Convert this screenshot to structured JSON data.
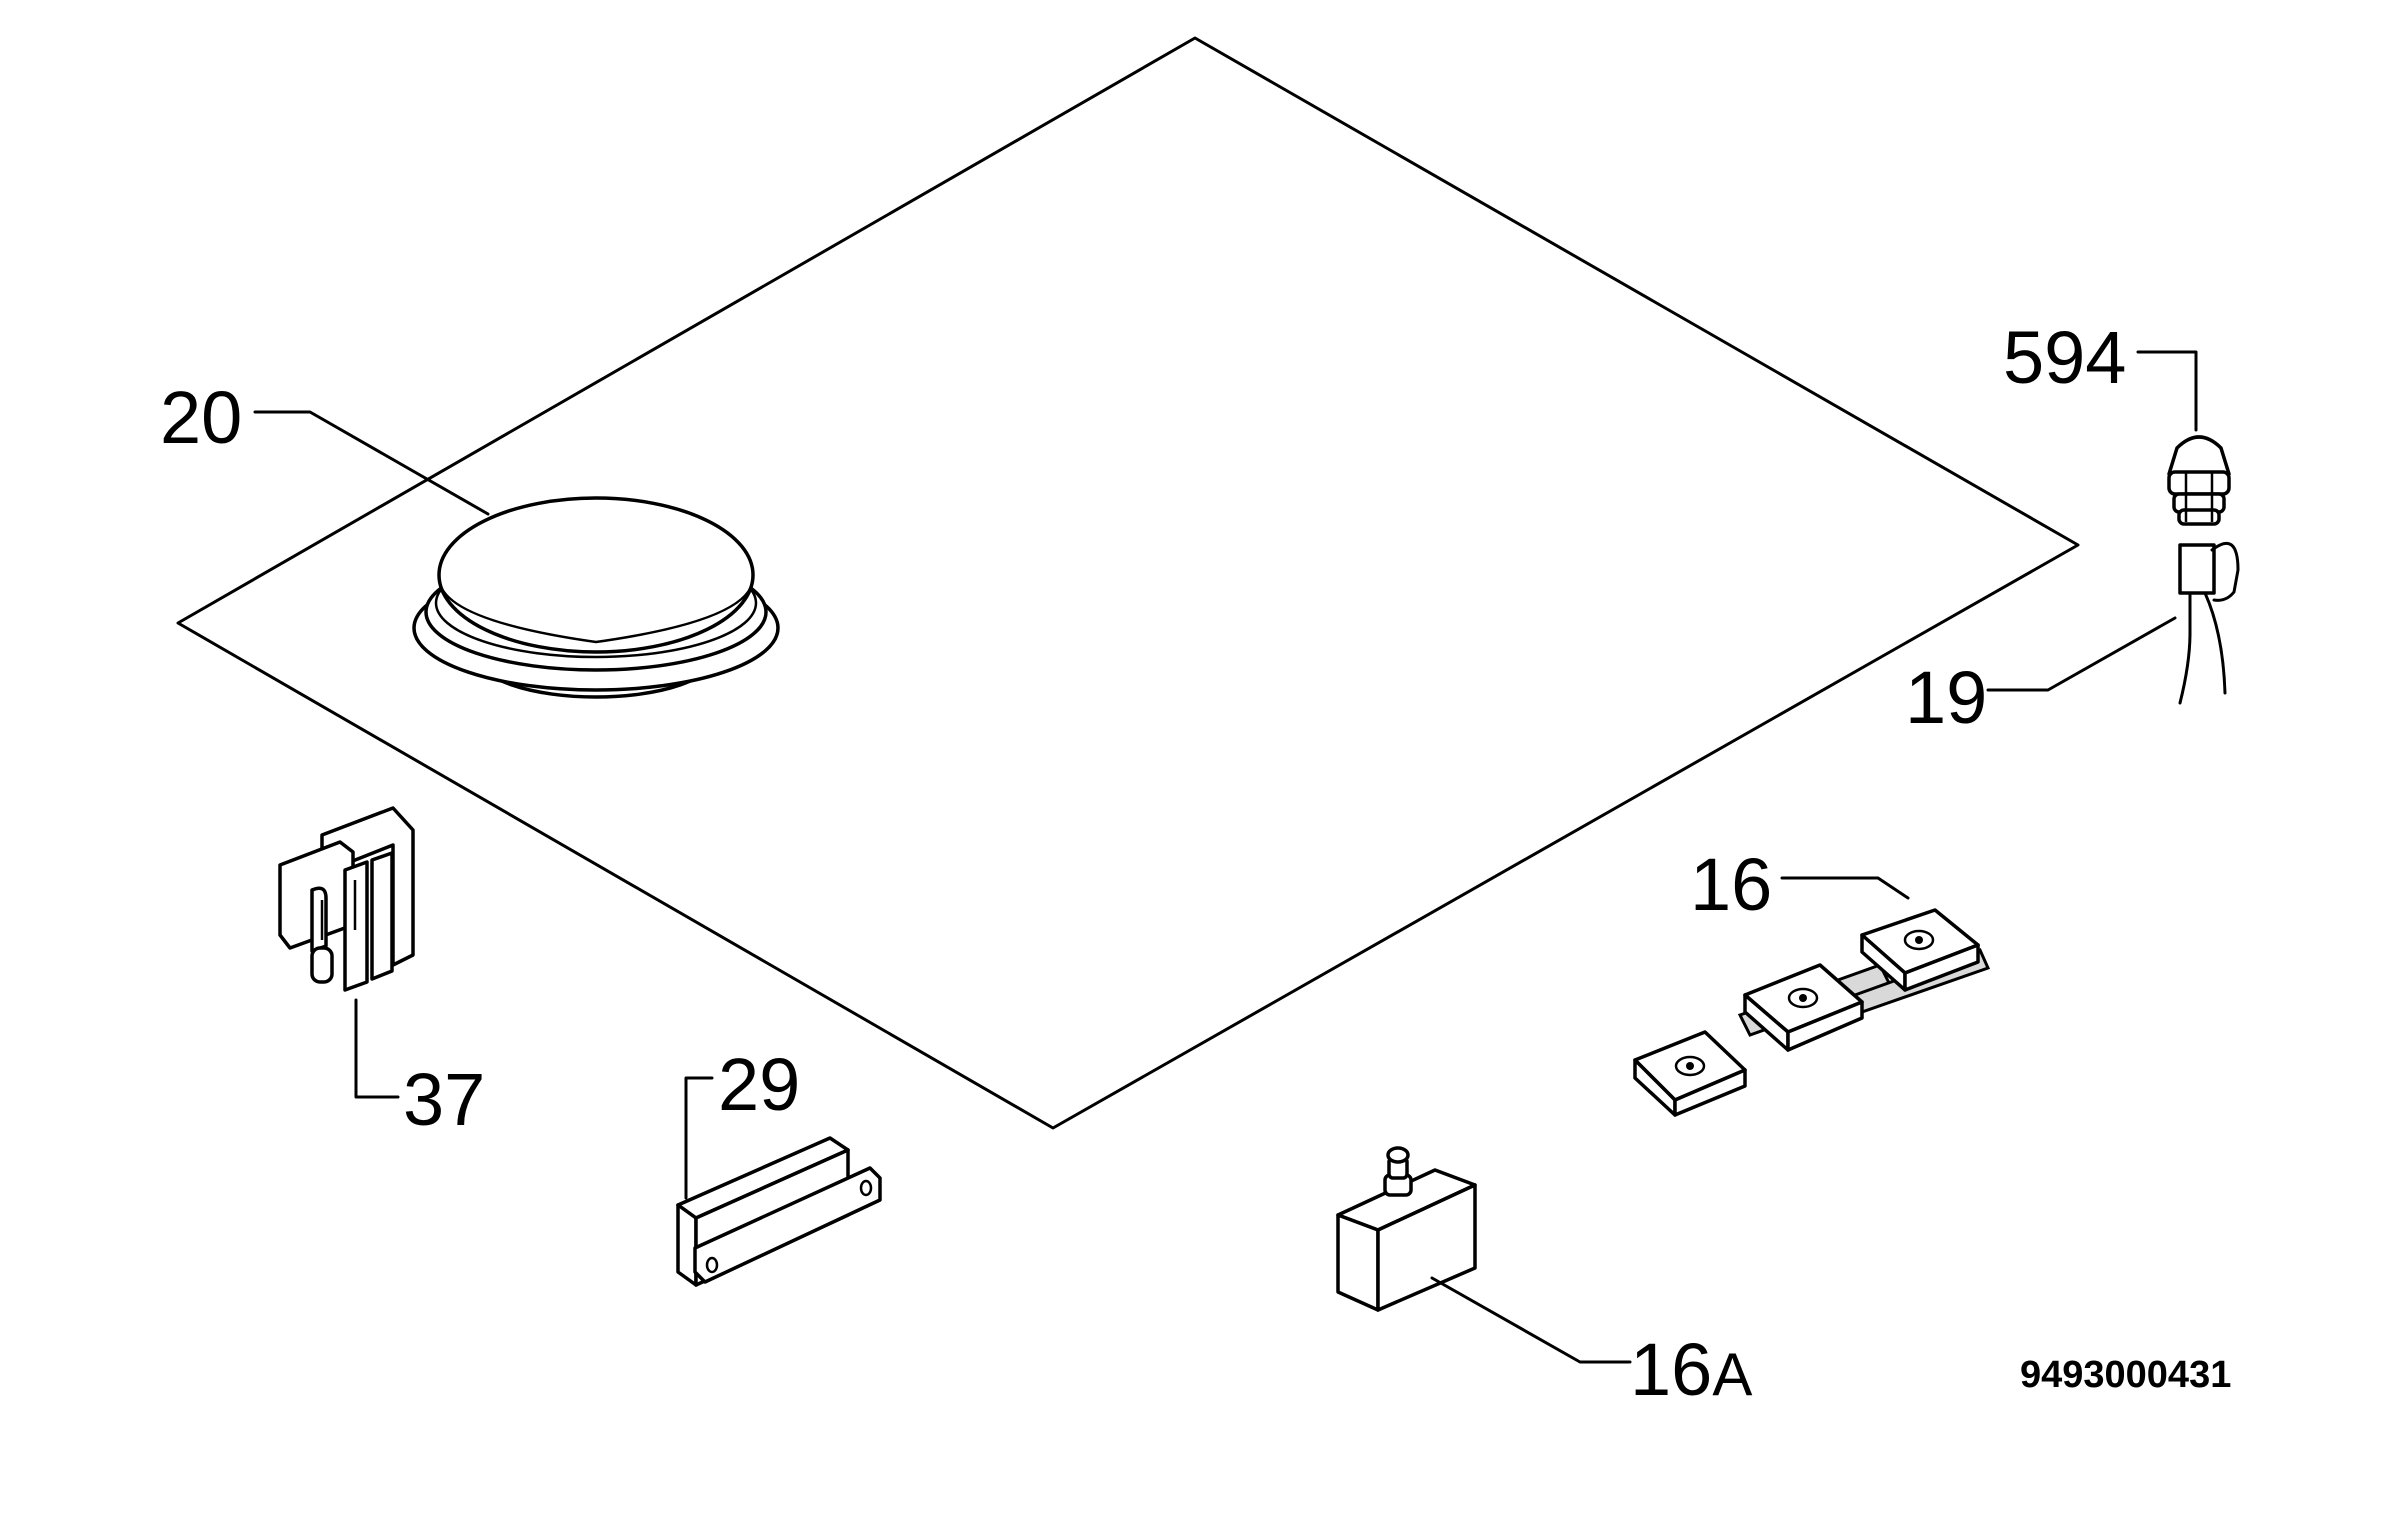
{
  "labels": {
    "p20": "20",
    "p594": "594",
    "p19": "19",
    "p16": "16",
    "p37": "37",
    "p29": "29",
    "p16a_num": "16",
    "p16a_suffix": "A"
  },
  "document_code": "9493000431"
}
